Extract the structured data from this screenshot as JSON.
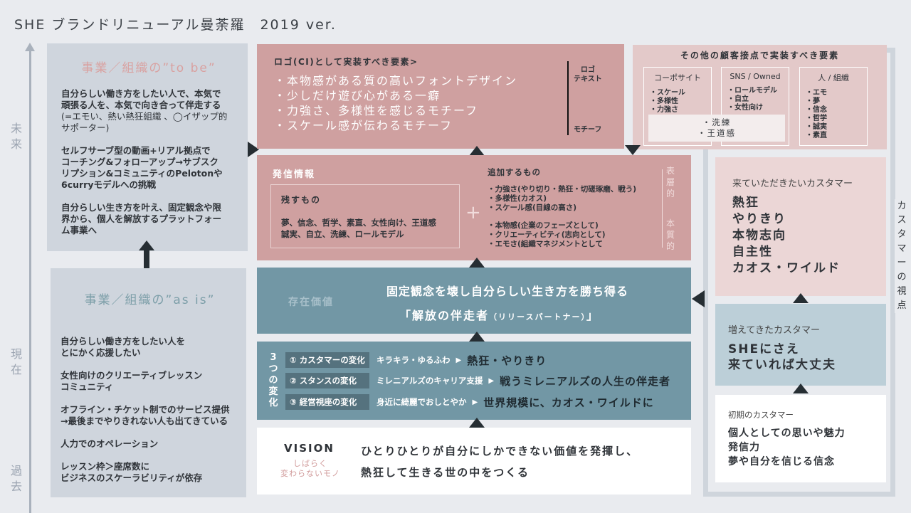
{
  "title": "SHE ブランドリニューアル曼荼羅　2019 ver.",
  "axis": {
    "future": "未来",
    "present": "現在",
    "past": "過去"
  },
  "to_be": {
    "title": "事業／組織の”to be”",
    "paras": [
      "自分らしい働き方をしたい人で、本気で\n頑張る人を、本気で向き合って伴走する",
      "(=エモい、熱い熱狂組織 、◯イザップ的\nサポーター)",
      "セルフサーブ型の動画+リアル拠点で\nコーチング&フォローアップ→サブスク\nリプション&コミュニティのPelotonや\n6curryモデルへの挑戦",
      "自分らしい生き方を叶え、固定観念や限\n界から、個人を解放するプラットフォー\nム事業へ"
    ]
  },
  "as_is": {
    "title": "事業／組織の”as is”",
    "paras": [
      "自分らしい働き方をしたい人を\nとにかく応援したい",
      "女性向けのクリエーティブレッスン\nコミュニティ",
      "オフライン・チケット制でのサービス提供\n→最後までやりきれない人も出てきている",
      "人力でのオペレーション",
      "レッスン枠＞座席数に\nビジネスのスケーラビリティが依存"
    ]
  },
  "logo": {
    "title": "ロゴ(CI)として実装すべき要素>",
    "items": [
      "・本物感がある質の高いフォントデザイン",
      "・少しだけ遊び心がある一癖",
      "・力強さ、多様性を感じるモチーフ",
      "・スケール感が伝わるモチーフ"
    ],
    "scale_top": "ロゴ\nテキスト",
    "scale_bottom": "モチーフ"
  },
  "touchpoints": {
    "title": "その他の顧客接点で実装すべき要素",
    "columns": [
      {
        "h": "コーポサイト",
        "items": [
          "・スケール",
          "・多様性",
          "・力強さ"
        ]
      },
      {
        "h": "SNS / Owned",
        "items": [
          "・ロールモデル",
          "・自立",
          "・女性向け"
        ]
      },
      {
        "h": "人 / 組織",
        "items": [
          "・エモ",
          "・夢",
          "・信念",
          "・哲学",
          "・誠実",
          "・素直"
        ]
      }
    ],
    "shared": [
      "・洗練",
      "・王道感"
    ]
  },
  "messaging": {
    "title": "発信情報",
    "keep_title": "残すもの",
    "keep_text": "夢、信念、哲学、素直、女性向け、王道感\n誠実、自立、洗練、ロールモデル",
    "plus": "+",
    "add_title": "追加するもの",
    "add_items_1": [
      "・力強さ(やり切り・熱狂・切磋琢磨、戦う)",
      "・多様性(カオス)",
      "・スケール感(目線の高さ)"
    ],
    "add_items_2": [
      "・本物感(企業のフェーズとして)",
      "・クリエーティビティ(志向として)",
      "・エモさ(組織マネジメントとして"
    ],
    "scale_top": "表層的",
    "scale_bottom": "本質的"
  },
  "existence": {
    "label": "存在価値",
    "line1": "固定観念を壊し自分らしい生き方を勝ち得る",
    "line2": "「解放の伴走者",
    "line2_small": "（リリースパートナー）",
    "line2_end": "」"
  },
  "changes": {
    "label": "3つの変化",
    "rows": [
      {
        "tag": "① カスタマーの変化",
        "from": "キラキラ・ゆるふわ",
        "to": "熱狂・やりきり"
      },
      {
        "tag": "② スタンスの変化",
        "from": "ミレニアルズのキャリア支援",
        "to": "戦うミレニアルズの人生の伴走者"
      },
      {
        "tag": "③ 経営視座の変化",
        "from": "身近に綺麗でおしとやか",
        "to": "世界規模に、カオス・ワイルドに"
      }
    ],
    "arrow": "▶"
  },
  "vision": {
    "label": "VISION",
    "sub": "しばらく\n変わらないモノ",
    "text1": "ひとりひとりが自分にしかできない価値を発揮し、",
    "text2": "熱狂して生きる世の中をつくる"
  },
  "customers": {
    "side_label": "カスタマーの視点",
    "wanted": {
      "h": "来ていただきたいカスタマー",
      "big": "熱狂\nやりきり\n本物志向\n自主性\nカオス・ワイルド"
    },
    "growing": {
      "h": "増えてきたカスタマー",
      "big": "SHEにさえ\n来ていれば大丈夫"
    },
    "early": {
      "h": "初期のカスタマー",
      "big": "個人としての思いや魅力\n発信力\n夢や自分を信じる信念"
    }
  }
}
